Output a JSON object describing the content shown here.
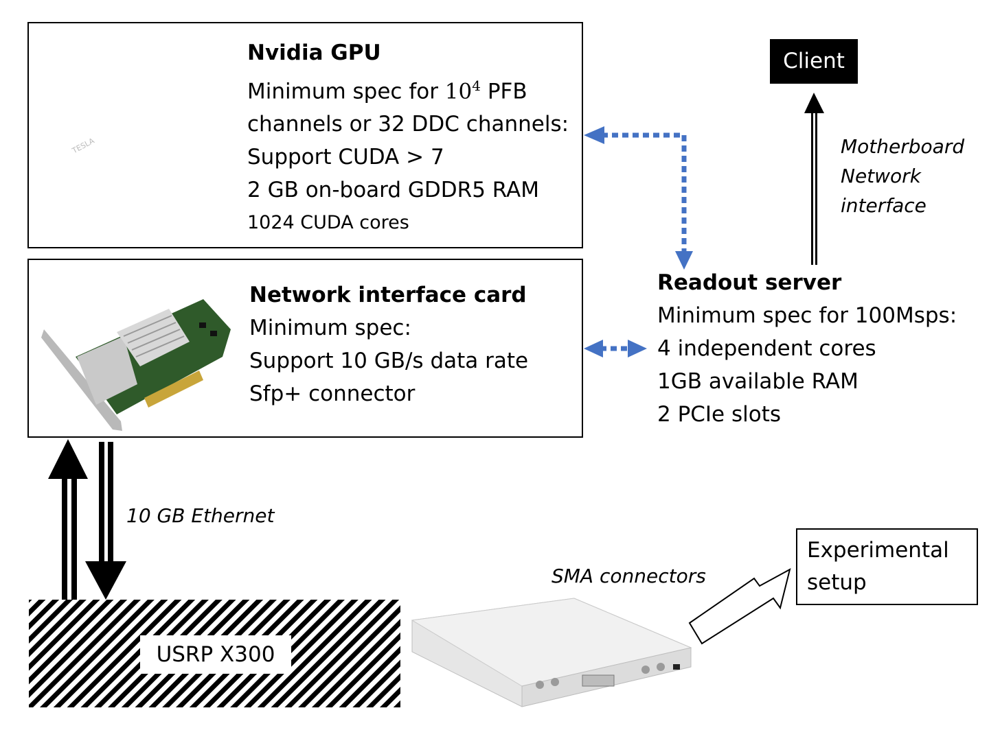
{
  "gpu": {
    "title": "Nvidia GPU",
    "line1_prefix": "Minimum spec for ",
    "line1_base": "10",
    "line1_exp": "4",
    "line1_suffix": " PFB",
    "line2": "channels or 32 DDC channels:",
    "line3": "Support CUDA > 7",
    "line4": "2 GB on-board GDDR5 RAM",
    "line5": "1024 CUDA cores",
    "card_label": "TESLA"
  },
  "nic": {
    "title": "Network interface card",
    "line1": "Minimum spec:",
    "line2": "Support 10 GB/s data rate",
    "line3": "Sfp+ connector"
  },
  "server": {
    "title": "Readout server",
    "line1": "Minimum spec for 100Msps:",
    "line2": "4 independent cores",
    "line3": "1GB available RAM",
    "line4": "2 PCIe slots"
  },
  "client": {
    "label": "Client"
  },
  "motherboard": {
    "line1": "Motherboard",
    "line2": "Network",
    "line3": "interface"
  },
  "ethernet": {
    "label": "10 GB Ethernet"
  },
  "usrp": {
    "label": "USRP X300"
  },
  "sma": {
    "label": "SMA connectors"
  },
  "experimental": {
    "line1": "Experimental",
    "line2": "setup"
  },
  "colors": {
    "dotted_arrow": "#4472c4",
    "gpu_green": "#7dc400",
    "pcb_green": "#2f5a2a"
  }
}
